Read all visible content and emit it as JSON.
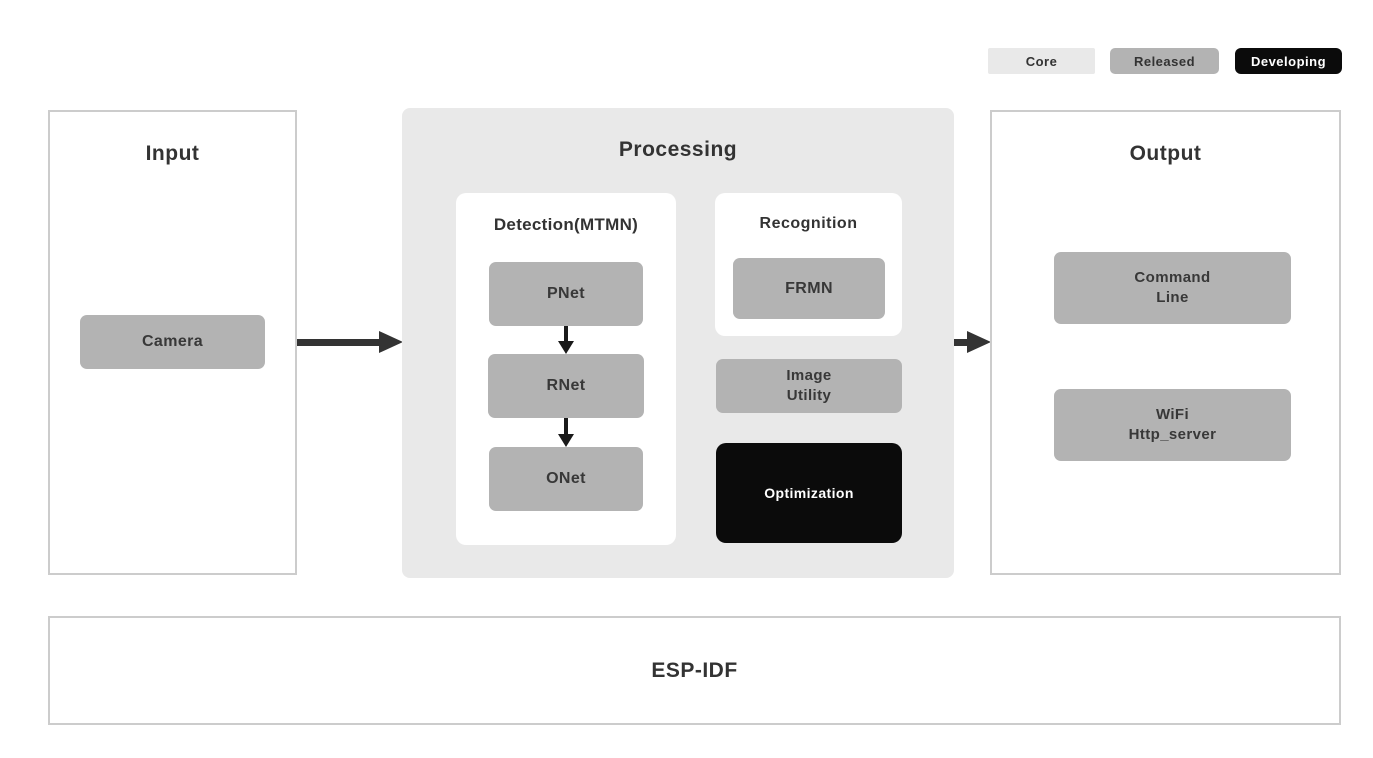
{
  "legend": {
    "items": [
      {
        "label": "Core",
        "bg": "#e9e9e9",
        "fg": "#333333"
      },
      {
        "label": "Released",
        "bg": "#b3b3b3",
        "fg": "#333333"
      },
      {
        "label": "Developing",
        "bg": "#0b0b0b",
        "fg": "#ffffff"
      }
    ]
  },
  "panels": {
    "input": {
      "title": "Input"
    },
    "processing": {
      "title": "Processing"
    },
    "output": {
      "title": "Output"
    },
    "foundation": {
      "title": "ESP-IDF"
    }
  },
  "groups": {
    "detection": {
      "title": "Detection(MTMN)"
    },
    "recognition": {
      "title": "Recognition"
    }
  },
  "nodes": {
    "camera": "Camera",
    "pnet": "PNet",
    "rnet": "RNet",
    "onet": "ONet",
    "frmn": "FRMN",
    "image_utility": {
      "line1": "Image",
      "line2": "Utility"
    },
    "optimization": "Optimization",
    "command_line": {
      "line1": "Command",
      "line2": "Line"
    },
    "wifi": {
      "line1": "WiFi",
      "line2": "Http_server"
    }
  },
  "colors": {
    "core_bg": "#e9e9e9",
    "released_bg": "#b3b3b3",
    "developing_bg": "#0b0b0b",
    "processing_bg": "#e9e9e9",
    "node_gray": "#b3b3b3",
    "panel_border": "#cccccc",
    "text": "#333333",
    "arrow": "#333333"
  }
}
